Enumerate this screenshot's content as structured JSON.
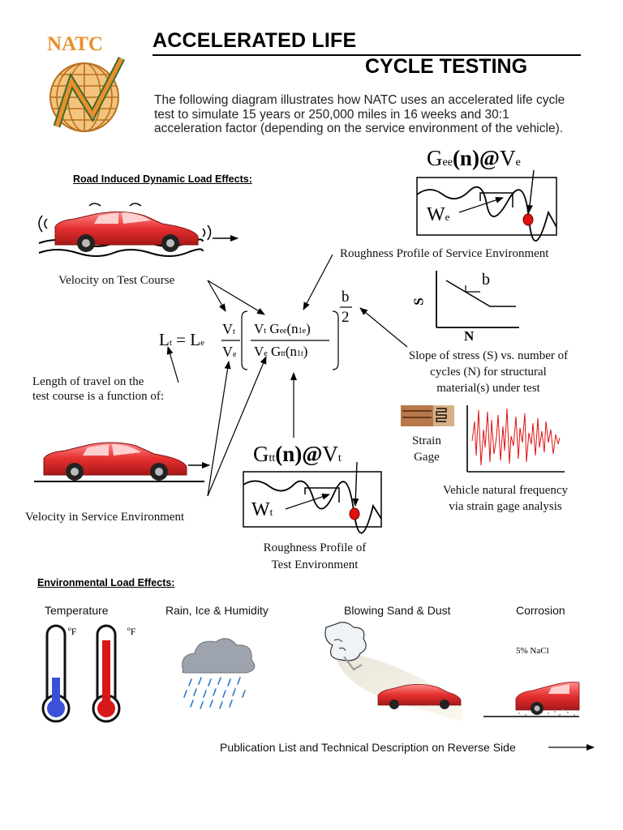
{
  "header": {
    "logo_text": "NATC",
    "title_line1": "ACCELERATED LIFE",
    "title_line2": "CYCLE TESTING",
    "intro": "The following diagram illustrates how NATC uses an accelerated life cycle test to simulate 15 years or 250,000 miles in 16 weeks and 30:1 acceleration factor (depending on the service environment of the vehicle)."
  },
  "road_section": {
    "heading": "Road Induced Dynamic Load Effects:",
    "labels": {
      "velocity_test": "Velocity on Test Course",
      "velocity_service": "Velocity in Service Environment",
      "length_travel_1": "Length of travel on the",
      "length_travel_2": "test course is a function of:",
      "rough_service": "Roughness Profile of Service Environment",
      "rough_test_1": "Roughness Profile of",
      "rough_test_2": "Test Environment",
      "slope_1": "Slope of stress (S) vs. number of",
      "slope_2": "cycles (N)  for structural",
      "slope_3": "material(s) under test",
      "strain_1": "Strain",
      "strain_2": "Gage",
      "freq_1": "Vehicle natural frequency",
      "freq_2": "via strain gage analysis"
    },
    "sn_plot": {
      "y_axis": "S",
      "x_axis": "N",
      "slope_label": "b"
    },
    "service_profile": {
      "func": "G",
      "sub": "ee",
      "arg": "(n)@",
      "vel": "V",
      "vel_sub": "e",
      "w": "W",
      "w_sub": "e"
    },
    "test_profile": {
      "func": "G",
      "sub": "tt",
      "arg": "(n)@",
      "vel": "V",
      "vel_sub": "t",
      "w": "W",
      "w_sub": "t"
    },
    "formula": {
      "lt": "L",
      "lt_sub": "t",
      "eq": "=",
      "le": "L",
      "le_sub": "e",
      "vt": "V",
      "vt_sub": "t",
      "ve": "V",
      "ve_sub": "e",
      "num_v": "V",
      "num_v_sub": "t",
      "num_g": "G",
      "num_g_sub": "ee",
      "num_n": "(n",
      "num_n_sub": "1e",
      "num_close": ")",
      "den_v": "V",
      "den_v_sub": "e",
      "den_g": "G",
      "den_g_sub": "tt",
      "den_n": "(n",
      "den_n_sub": "1t",
      "den_close": ")",
      "exp_num": "b",
      "exp_den": "2"
    }
  },
  "env_section": {
    "heading": "Environmental Load Effects:",
    "items": [
      {
        "label": "Temperature"
      },
      {
        "label": "Rain, Ice & Humidity"
      },
      {
        "label": "Blowing Sand & Dust"
      },
      {
        "label": "Corrosion"
      }
    ],
    "thermo_unit": "ºF",
    "salt_label": "5% NaCl"
  },
  "footer": {
    "note": "Publication List and Technical Description on Reverse Side"
  },
  "colors": {
    "logo_orange": "#e8902a",
    "logo_green": "#3e6a30",
    "car_red": "#e53030",
    "signal_red": "#e01010",
    "thermo_blue": "#3a50d8",
    "thermo_red": "#d81818"
  }
}
